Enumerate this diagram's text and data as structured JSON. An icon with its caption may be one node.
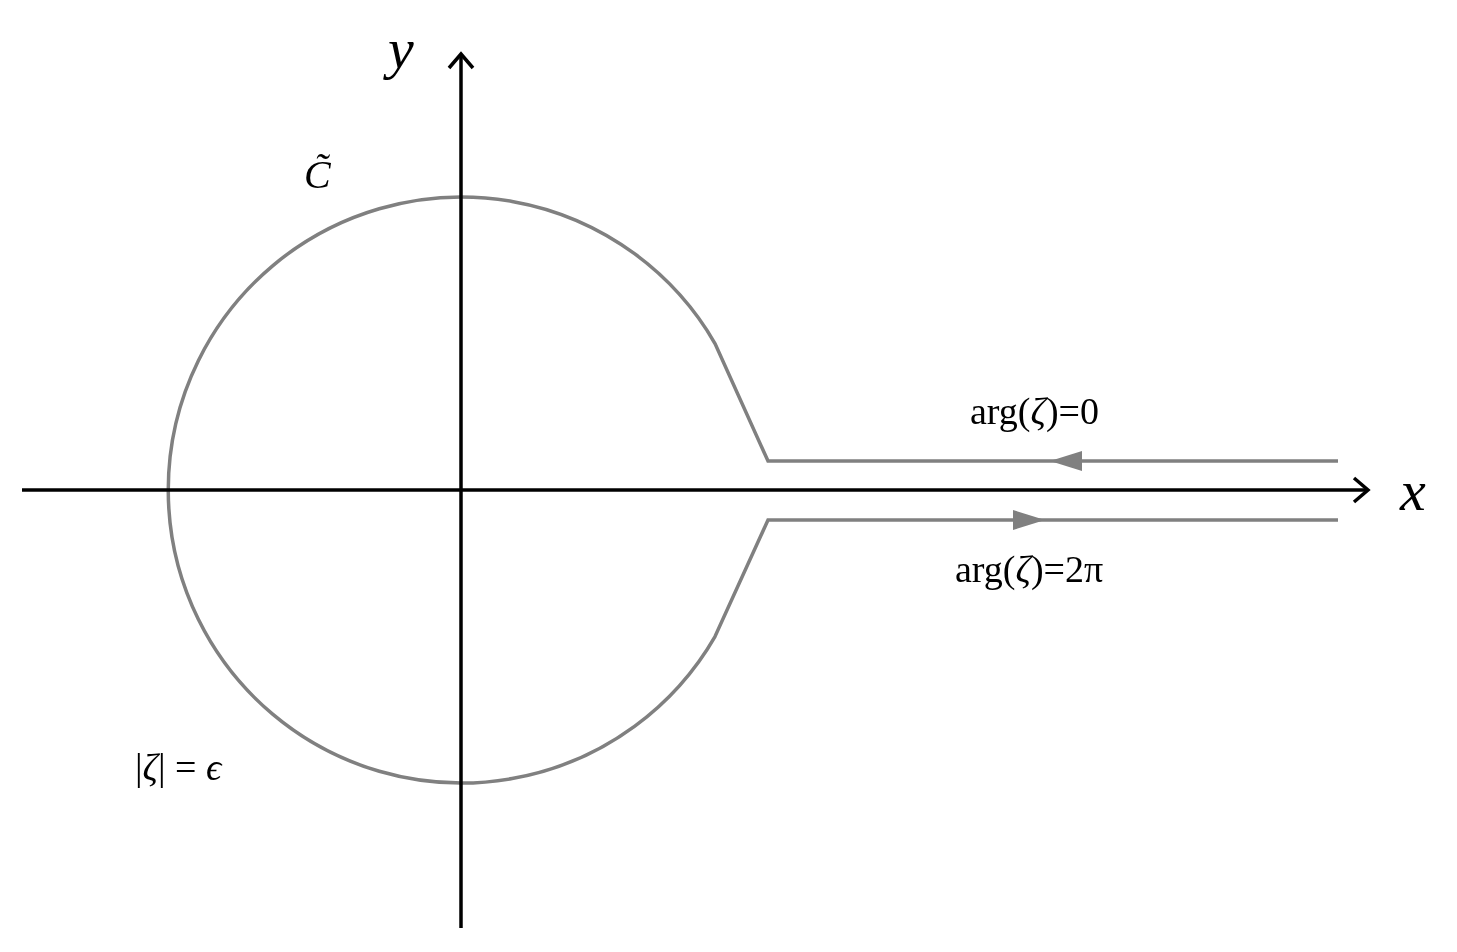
{
  "diagram": {
    "labels": [
      "y",
      "C̃",
      "arg(*ζ*)=0",
      "x",
      "arg(*ζ*)=2π",
      "|*ζ*| = *ϵ*"
    ]
  }
}
